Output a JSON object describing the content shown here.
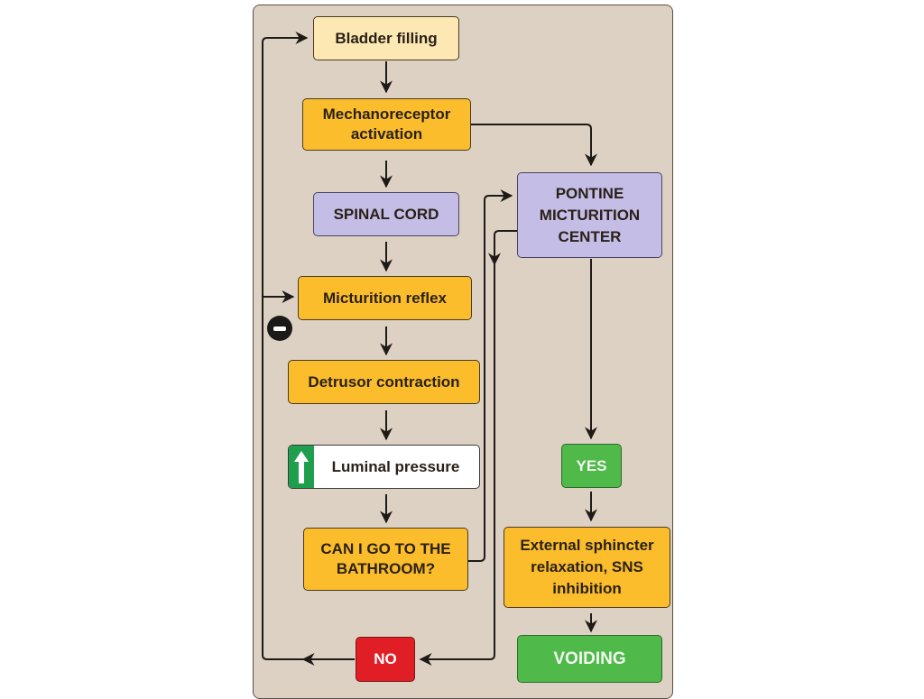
{
  "diagram": {
    "title": "Micturition reflex flowchart",
    "colors": {
      "background": "#ddd1c4",
      "light_box": "#fde8b3",
      "orange_box": "#fbbd2b",
      "purple_box": "#c4bde6",
      "green_box": "#4fb94a",
      "red_box": "#e11e26",
      "increase_arrow": "#1f9e4e"
    },
    "nodes": {
      "bladder_filling": "Bladder filling",
      "mechanoreceptor_activation": "Mechanoreceptor activation",
      "spinal_cord": "SPINAL CORD",
      "micturition_reflex": "Micturition reflex",
      "detrusor_contraction": "Detrusor contraction",
      "luminal_pressure": "Luminal pressure",
      "can_i_go": "CAN I GO TO THE BATHROOM?",
      "pontine_center": "PONTINE MICTURITION CENTER",
      "yes": "YES",
      "external_sphincter": "External sphincter relaxation, SNS inhibition",
      "voiding": "VOIDING",
      "no": "NO"
    },
    "icons": {
      "increase": "up-arrow-icon",
      "inhibition": "minus-icon"
    },
    "edges": [
      {
        "from": "Bladder filling",
        "to": "Mechanoreceptor activation"
      },
      {
        "from": "Mechanoreceptor activation",
        "to": "SPINAL CORD"
      },
      {
        "from": "Mechanoreceptor activation",
        "to": "PONTINE MICTURITION CENTER"
      },
      {
        "from": "SPINAL CORD",
        "to": "Micturition reflex"
      },
      {
        "from": "Micturition reflex",
        "to": "Detrusor contraction"
      },
      {
        "from": "Detrusor contraction",
        "to": "Luminal pressure"
      },
      {
        "from": "Luminal pressure",
        "to": "CAN I GO TO THE BATHROOM?"
      },
      {
        "from": "CAN I GO TO THE BATHROOM?",
        "to": "PONTINE MICTURITION CENTER"
      },
      {
        "from": "PONTINE MICTURITION CENTER",
        "to": "YES"
      },
      {
        "from": "PONTINE MICTURITION CENTER",
        "to": "NO"
      },
      {
        "from": "YES",
        "to": "External sphincter relaxation, SNS inhibition"
      },
      {
        "from": "External sphincter relaxation, SNS inhibition",
        "to": "VOIDING"
      },
      {
        "from": "NO",
        "to": "Bladder filling"
      },
      {
        "from": "NO",
        "to": "Micturition reflex",
        "type": "inhibition"
      }
    ]
  }
}
